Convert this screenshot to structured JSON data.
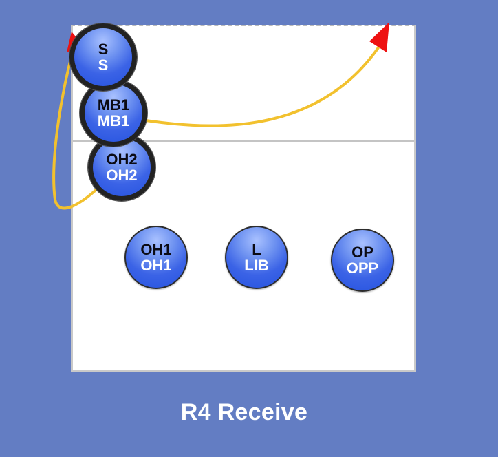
{
  "diagram": {
    "caption": "R4 Receive",
    "colors": {
      "background": "#637dc3",
      "court": "#ffffff",
      "path": "#f2c12e",
      "arrow_head": "#ee1111",
      "player_fill": "#3b63e6"
    },
    "players": [
      {
        "id": "s",
        "top": "S",
        "bottom": "S",
        "highlighted": true
      },
      {
        "id": "mb1",
        "top": "MB1",
        "bottom": "MB1",
        "highlighted": true
      },
      {
        "id": "oh2",
        "top": "OH2",
        "bottom": "OH2",
        "highlighted": true
      },
      {
        "id": "oh1",
        "top": "OH1",
        "bottom": "OH1",
        "highlighted": false
      },
      {
        "id": "l",
        "top": "L",
        "bottom": "LIB",
        "highlighted": false
      },
      {
        "id": "op",
        "top": "OP",
        "bottom": "OPP",
        "highlighted": false
      }
    ]
  }
}
